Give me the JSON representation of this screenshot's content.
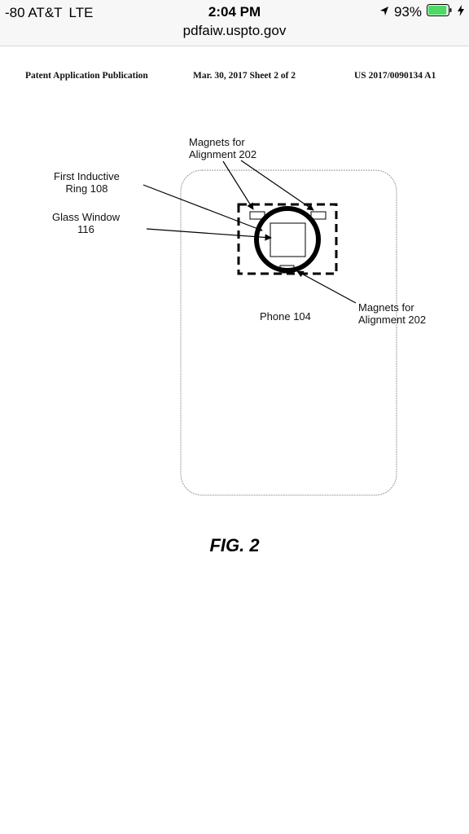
{
  "status_bar": {
    "carrier": "-80 AT&T",
    "network": "LTE",
    "time": "2:04 PM",
    "battery_percent": "93%",
    "battery_level": 0.93,
    "url": "pdfaiw.uspto.gov",
    "battery_color": "#4cd964"
  },
  "patent": {
    "header_left": "Patent Application Publication",
    "header_mid": "Mar. 30, 2017  Sheet 2 of 2",
    "header_right": "US 2017/0090134 A1",
    "labels": {
      "magnets_top": "Magnets for\nAlignment 202",
      "inductive_ring": "First Inductive\nRing 108",
      "glass_window": "Glass Window\n116",
      "phone": "Phone 104",
      "magnets_bottom": "Magnets for\nAlignment 202"
    },
    "figure_caption": "FIG. 2"
  }
}
